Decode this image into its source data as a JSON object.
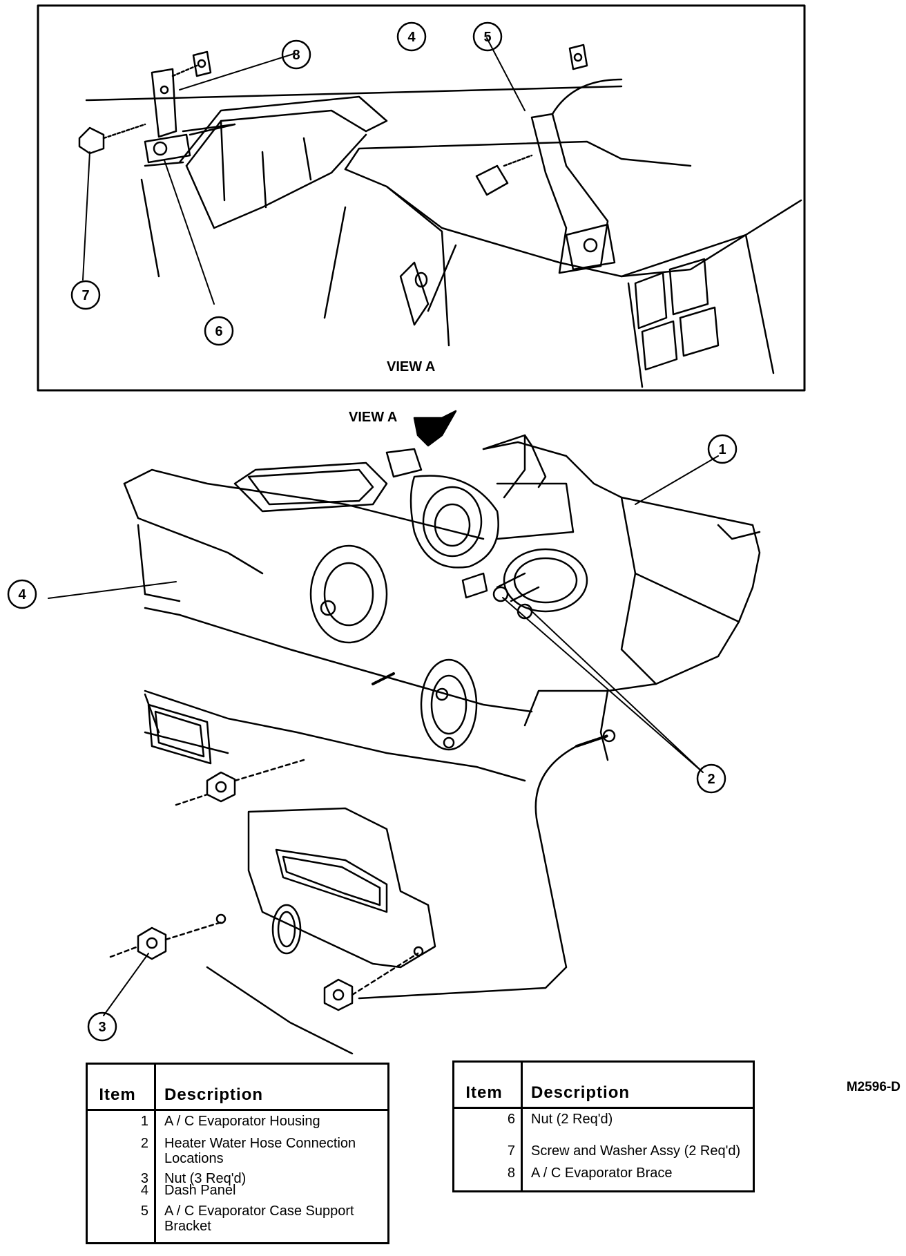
{
  "view_a": {
    "title": "VIEW A",
    "callouts": [
      "8",
      "4",
      "5",
      "7",
      "6"
    ]
  },
  "main_view": {
    "view_a_pointer": "VIEW A",
    "callouts": [
      "1",
      "4",
      "2",
      "3"
    ]
  },
  "drawing_code": "M2596-D",
  "legend_left": {
    "header_item": "Item",
    "header_desc": "Description",
    "rows": [
      {
        "item": "1",
        "desc": "A / C Evaporator Housing"
      },
      {
        "item": "2",
        "desc": "Heater Water Hose Connection Locations"
      },
      {
        "item": "3\n4",
        "desc": "Nut (3 Req'd)\nDash Panel"
      },
      {
        "item": "5",
        "desc": "A / C Evaporator Case Support Bracket"
      }
    ]
  },
  "legend_right": {
    "header_item": "Item",
    "header_desc": "Description",
    "rows": [
      {
        "item": "6",
        "desc": "Nut (2 Req'd)"
      },
      {
        "item": "7",
        "desc": "Screw and Washer Assy (2 Req'd)"
      },
      {
        "item": "8",
        "desc": "A / C Evaporator Brace"
      }
    ]
  }
}
